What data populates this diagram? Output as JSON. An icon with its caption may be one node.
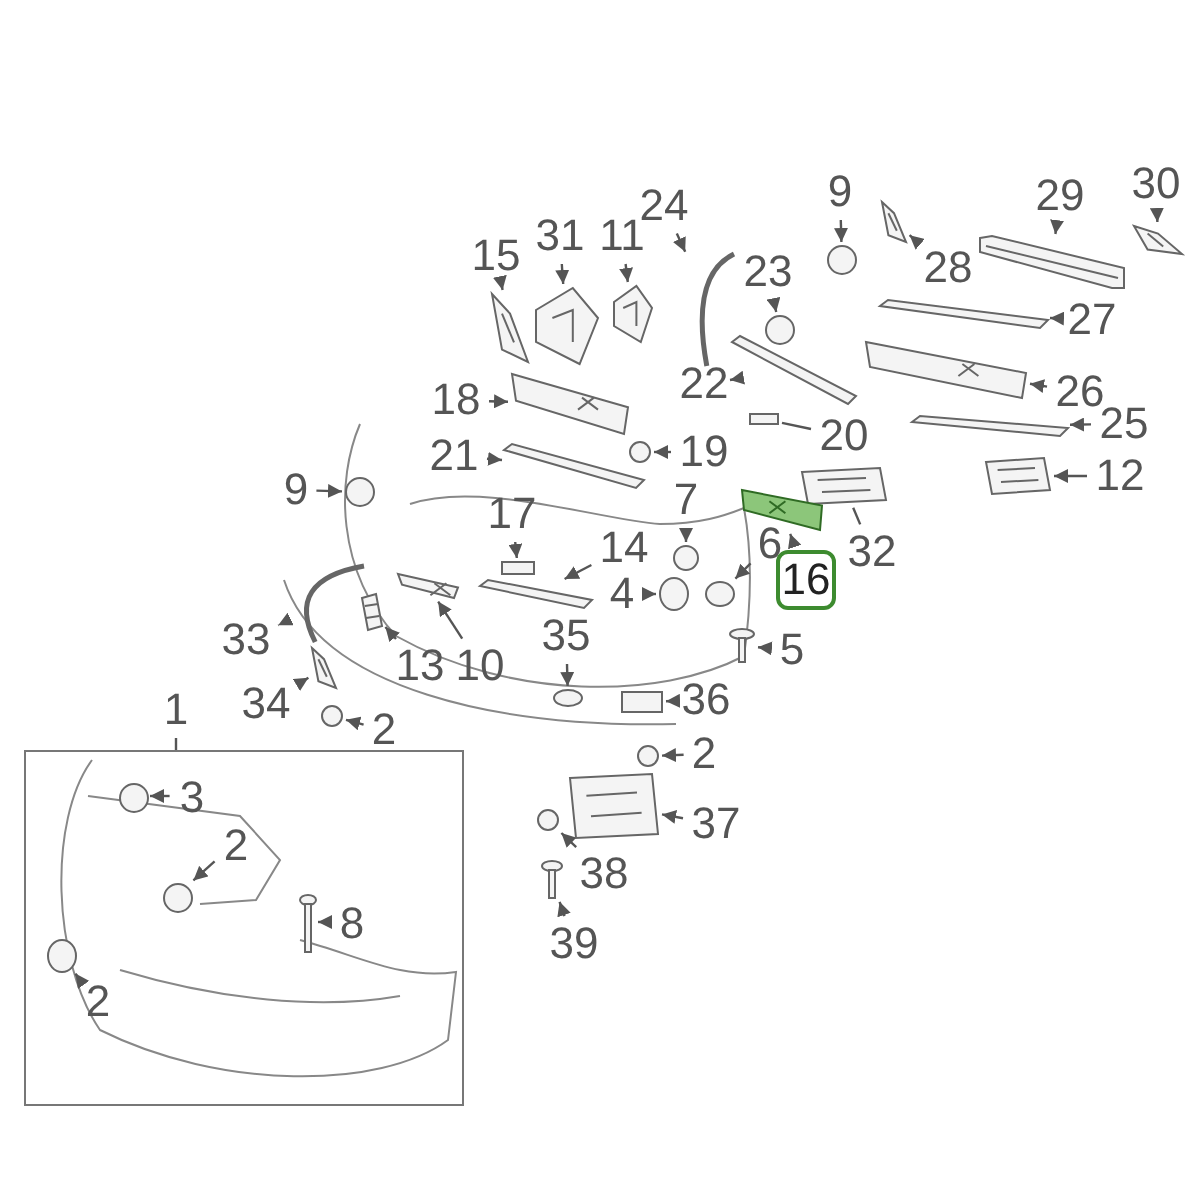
{
  "diagram": {
    "nodes": [
      {
        "text": [
          "15"
        ]
      },
      {
        "text": [],
        "shape": "picture"
      },
      {
        "text": [
          "31"
        ]
      },
      {
        "text": [],
        "shape": "picture"
      },
      {
        "text": [
          "11"
        ]
      },
      {
        "text": [],
        "shape": "picture"
      },
      {
        "text": [
          "24"
        ]
      },
      {
        "text": [],
        "shape": "picture"
      },
      {
        "text": [
          "9"
        ]
      },
      {
        "text": [],
        "shape": "circle"
      },
      {
        "text": [
          "29"
        ]
      },
      {
        "text": [],
        "shape": "picture"
      },
      {
        "text": [
          "30"
        ]
      },
      {
        "text": [],
        "shape": "picture"
      },
      {
        "text": [
          "23"
        ]
      },
      {
        "text": [],
        "shape": "circle"
      },
      {
        "text": [
          "28"
        ]
      },
      {
        "text": [],
        "shape": "picture"
      },
      {
        "text": [
          "27"
        ]
      },
      {
        "text": [],
        "shape": "bar"
      },
      {
        "text": [
          "22"
        ]
      },
      {
        "text": [],
        "shape": "bar"
      },
      {
        "text": [
          "26"
        ]
      },
      {
        "text": [],
        "shape": "picture"
      },
      {
        "text": [
          "18"
        ]
      },
      {
        "text": [],
        "shape": "picture"
      },
      {
        "text": [
          "19"
        ]
      },
      {
        "text": [],
        "shape": "circle"
      },
      {
        "text": [
          "20"
        ]
      },
      {
        "text": [],
        "shape": "box"
      },
      {
        "text": [
          "25"
        ]
      },
      {
        "text": [],
        "shape": "bar"
      },
      {
        "text": [
          "21"
        ]
      },
      {
        "text": [],
        "shape": "bar"
      },
      {
        "text": [
          "9"
        ]
      },
      {
        "text": [],
        "shape": "circle"
      },
      {
        "text": [
          "12"
        ]
      },
      {
        "text": [],
        "shape": "picture"
      },
      {
        "text": [
          "7"
        ]
      },
      {
        "text": [],
        "shape": "circle"
      },
      {
        "text": [
          "17"
        ]
      },
      {
        "text": [],
        "shape": "box"
      },
      {
        "text": [
          "14"
        ]
      },
      {
        "text": [],
        "shape": "bar"
      },
      {
        "text": [
          "4"
        ]
      },
      {
        "text": [],
        "shape": "circle"
      },
      {
        "text": [
          "6"
        ]
      },
      {
        "text": [],
        "shape": "circle"
      },
      {
        "text": [
          "32"
        ]
      },
      {
        "text": [],
        "shape": "picture"
      },
      {
        "text": [
          "16"
        ]
      },
      {
        "text": [],
        "shape": "picture"
      },
      {
        "text": [
          "33"
        ]
      },
      {
        "text": [],
        "shape": "picture"
      },
      {
        "text": [
          "35"
        ]
      },
      {
        "text": [],
        "shape": "circle"
      },
      {
        "text": [
          "5"
        ]
      },
      {
        "text": [],
        "shape": "picture"
      },
      {
        "text": [
          "13"
        ]
      },
      {
        "text": [],
        "shape": "picture"
      },
      {
        "text": [
          "10"
        ]
      },
      {
        "text": [],
        "shape": "picture"
      },
      {
        "text": [
          "34"
        ]
      },
      {
        "text": [],
        "shape": "picture"
      },
      {
        "text": [
          "2"
        ]
      },
      {
        "text": [],
        "shape": "circle"
      },
      {
        "text": [
          "36"
        ]
      },
      {
        "text": [],
        "shape": "box"
      },
      {
        "text": [
          "2"
        ]
      },
      {
        "text": [],
        "shape": "circle"
      },
      {
        "text": [
          "1"
        ]
      },
      {
        "text": [],
        "shape": "box"
      },
      {
        "text": [
          "3"
        ],
        "in": 71
      },
      {
        "text": [],
        "shape": "circle",
        "in": 71
      },
      {
        "text": [
          "2"
        ],
        "in": 71
      },
      {
        "text": [],
        "shape": "circle",
        "in": 71
      },
      {
        "text": [
          "8"
        ],
        "in": 71
      },
      {
        "text": [],
        "shape": "picture",
        "in": 71
      },
      {
        "text": [
          "2"
        ],
        "in": 71
      },
      {
        "text": [],
        "shape": "circle",
        "in": 71
      },
      {
        "text": [
          "37"
        ]
      },
      {
        "text": [],
        "shape": "picture"
      },
      {
        "text": [
          "38"
        ]
      },
      {
        "text": [],
        "shape": "circle"
      },
      {
        "text": [
          "39"
        ]
      },
      {
        "text": [],
        "shape": "picture"
      }
    ],
    "edges": [
      {
        "from": 0,
        "to": 1,
        "arrow": "to"
      },
      {
        "from": 2,
        "to": 3,
        "arrow": "to"
      },
      {
        "from": 4,
        "to": 5,
        "arrow": "to"
      },
      {
        "from": 6,
        "to": 7,
        "arrow": "to"
      },
      {
        "from": 8,
        "to": 9,
        "arrow": "to"
      },
      {
        "from": 10,
        "to": 11,
        "arrow": "to"
      },
      {
        "from": 12,
        "to": 13,
        "arrow": "to"
      },
      {
        "from": 14,
        "to": 15,
        "arrow": "to"
      },
      {
        "from": 16,
        "to": 17,
        "arrow": "to"
      },
      {
        "from": 18,
        "to": 19,
        "arrow": "to"
      },
      {
        "from": 20,
        "to": 21,
        "arrow": "to"
      },
      {
        "from": 22,
        "to": 23,
        "arrow": "to"
      },
      {
        "from": 24,
        "to": 25,
        "arrow": "to"
      },
      {
        "from": 26,
        "to": 27,
        "arrow": "to"
      },
      {
        "from": 28,
        "to": 29,
        "arrow": "none"
      },
      {
        "from": 30,
        "to": 31,
        "arrow": "to"
      },
      {
        "from": 32,
        "to": 33,
        "arrow": "to"
      },
      {
        "from": 34,
        "to": 35,
        "arrow": "to"
      },
      {
        "from": 36,
        "to": 37,
        "arrow": "to"
      },
      {
        "from": 38,
        "to": 39,
        "arrow": "to"
      },
      {
        "from": 40,
        "to": 41,
        "arrow": "to"
      },
      {
        "from": 42,
        "to": 43,
        "arrow": "to"
      },
      {
        "from": 44,
        "to": 45,
        "arrow": "to"
      },
      {
        "from": 46,
        "to": 47,
        "arrow": "to"
      },
      {
        "from": 48,
        "to": 49,
        "arrow": "none"
      },
      {
        "from": 50,
        "to": 51,
        "arrow": "to"
      },
      {
        "from": 52,
        "to": 53,
        "arrow": "to"
      },
      {
        "from": 54,
        "to": 55,
        "arrow": "to"
      },
      {
        "from": 56,
        "to": 57,
        "arrow": "to"
      },
      {
        "from": 58,
        "to": 59,
        "arrow": "to"
      },
      {
        "from": 60,
        "to": 61,
        "arrow": "to"
      },
      {
        "from": 62,
        "to": 63,
        "arrow": "to"
      },
      {
        "from": 64,
        "to": 65,
        "arrow": "to"
      },
      {
        "from": 66,
        "to": 67,
        "arrow": "to"
      },
      {
        "from": 68,
        "to": 69,
        "arrow": "to"
      },
      {
        "from": 70,
        "to": 71,
        "arrow": "none"
      },
      {
        "from": 72,
        "to": 73,
        "arrow": "to"
      },
      {
        "from": 74,
        "to": 75,
        "arrow": "to"
      },
      {
        "from": 76,
        "to": 77,
        "arrow": "to"
      },
      {
        "from": 78,
        "to": 79,
        "arrow": "to"
      },
      {
        "from": 80,
        "to": 81,
        "arrow": "to"
      },
      {
        "from": 82,
        "to": 83,
        "arrow": "to"
      },
      {
        "from": 84,
        "to": 85,
        "arrow": "to"
      }
    ]
  }
}
